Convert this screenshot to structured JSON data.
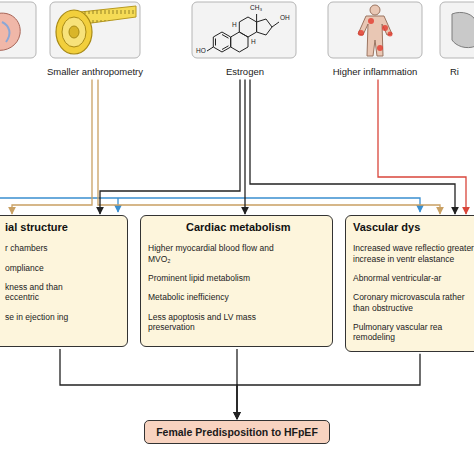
{
  "diagram": {
    "nodes": [
      {
        "text": [
          "Smaller anthropometry"
        ]
      },
      {
        "text": [
          "Estrogen"
        ]
      },
      {
        "text": [
          "Higher inflammation"
        ]
      },
      {
        "text": [
          "Ri"
        ]
      },
      {
        "text": [
          "ial structure",
          "r chambers",
          "ompliance",
          "kness and than eccentric",
          "se in ejection ing"
        ]
      },
      {
        "text": [
          "Cardiac metabolism",
          "Higher myocardial blood flow and MVO₂",
          "Prominent lipid metabolism",
          "Metabolic inefficiency",
          "Less apoptosis and LV mass preservation"
        ]
      },
      {
        "text": [
          "Vascular dys",
          "Increased wave reflectio greater increase in ventr elastance",
          "Abnormal ventricular-ar",
          "Coronary microvascula rather than obstructive",
          "Pulmonary vascular rea remodeling"
        ]
      },
      {
        "text": [
          "Female Predisposition to HFpEF"
        ]
      }
    ],
    "edges": [
      {
        "from": 0,
        "to": 4,
        "arrow": "to"
      },
      {
        "from": 0,
        "to": 6,
        "arrow": "to"
      },
      {
        "from": 1,
        "to": 4,
        "arrow": "to"
      },
      {
        "from": 1,
        "to": 5,
        "arrow": "to"
      },
      {
        "from": 1,
        "to": 6,
        "arrow": "to"
      },
      {
        "from": 2,
        "to": 6,
        "arrow": "to"
      },
      {
        "from": 4,
        "to": 7,
        "arrow": "to"
      },
      {
        "from": 5,
        "to": 7,
        "arrow": "to"
      },
      {
        "from": 6,
        "to": 7,
        "arrow": "to"
      }
    ],
    "labels": [
      "CH₃",
      "OH",
      "H",
      "H",
      "HO"
    ]
  }
}
